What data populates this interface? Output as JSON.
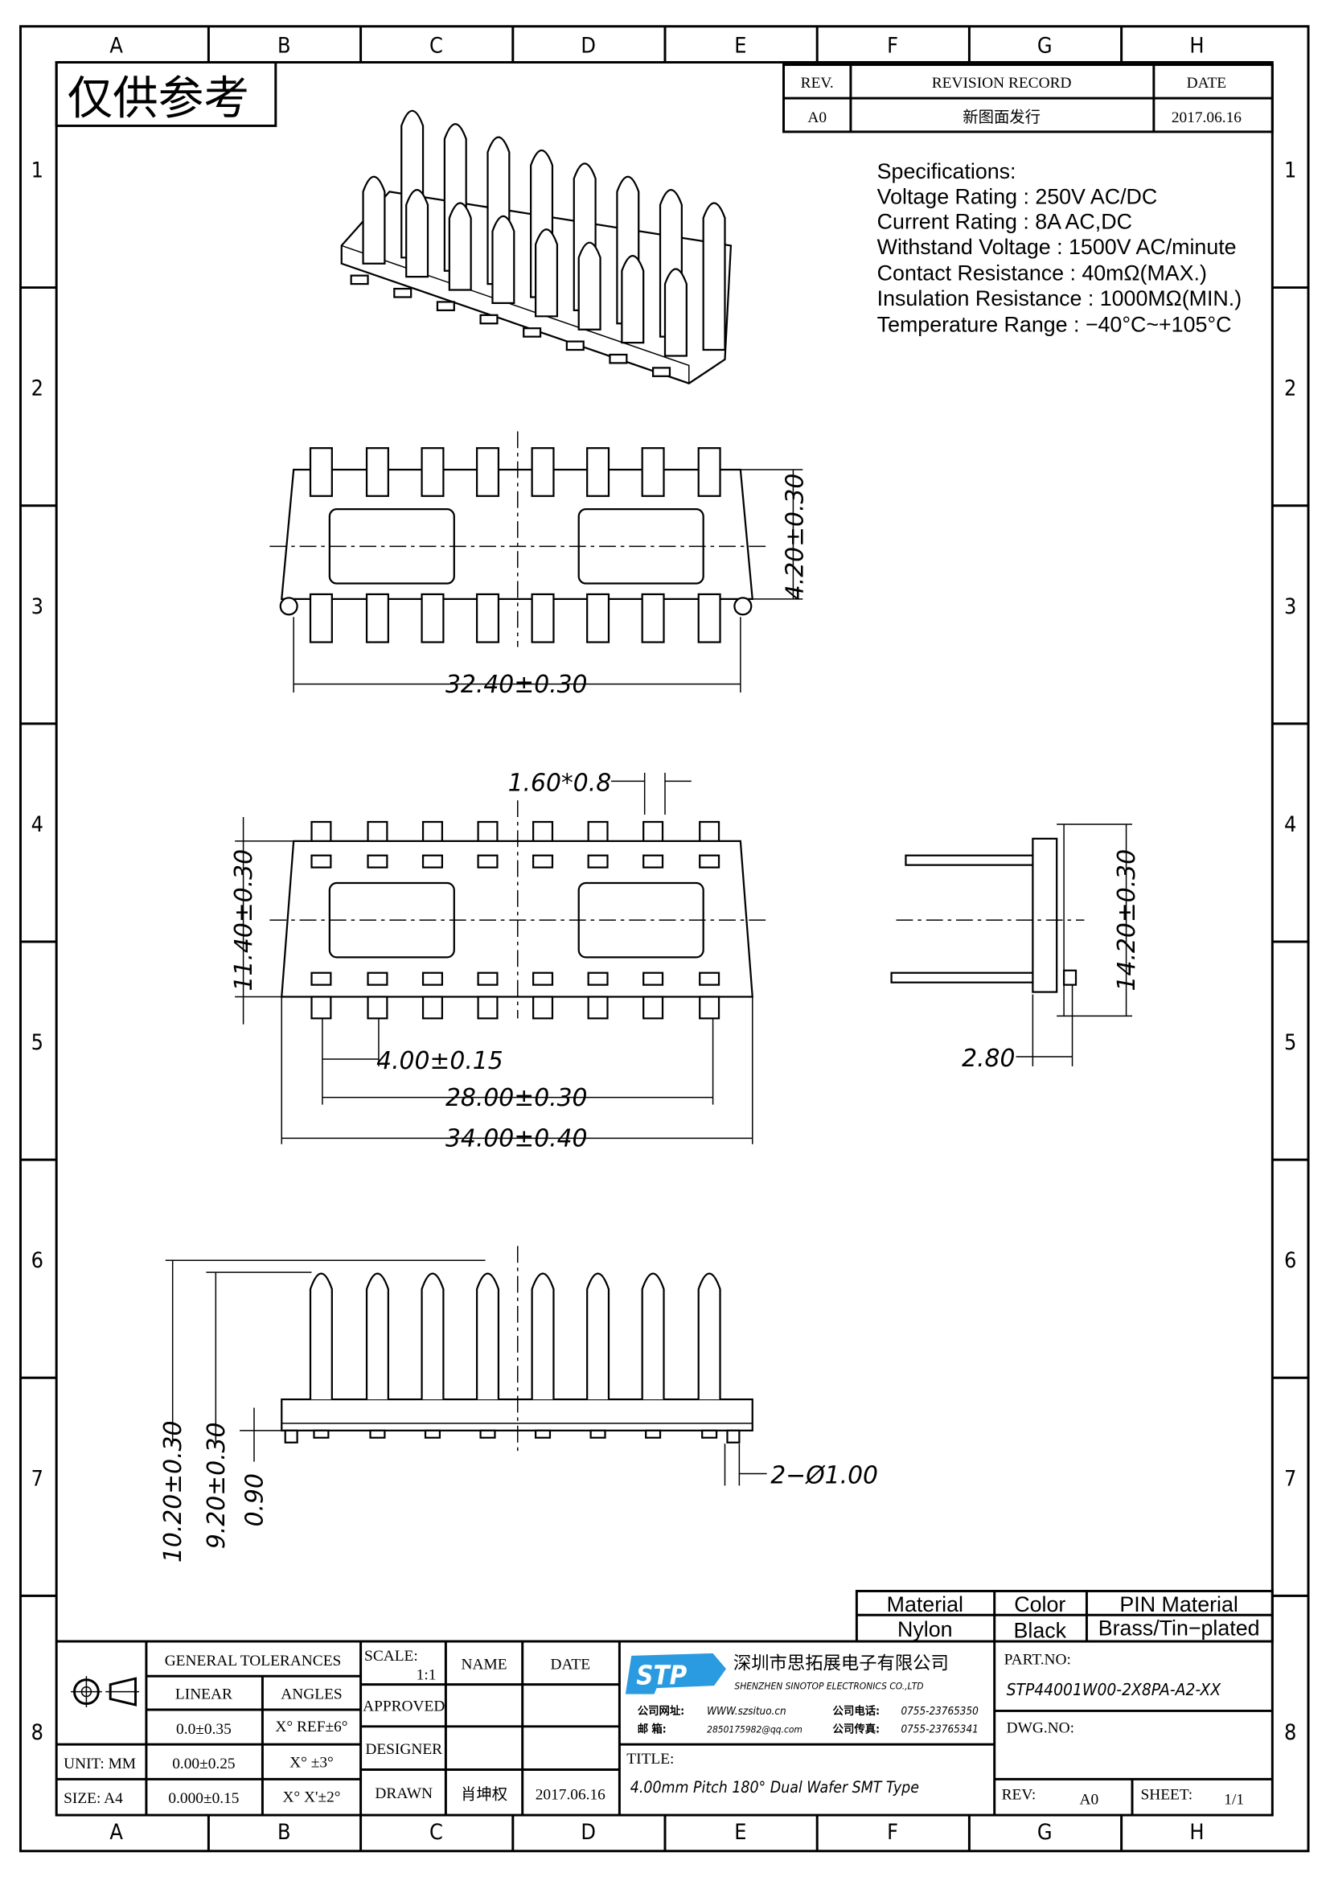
{
  "frame": {
    "columns": [
      "A",
      "B",
      "C",
      "D",
      "E",
      "F",
      "G",
      "H"
    ],
    "rows": [
      "1",
      "2",
      "3",
      "4",
      "5",
      "6",
      "7",
      "8"
    ]
  },
  "watermark": "仅供参考",
  "revision": {
    "headers": [
      "REV.",
      "REVISION RECORD",
      "DATE"
    ],
    "rev": "A0",
    "record": "新图面发行",
    "date": "2017.06.16"
  },
  "specs": [
    "Specifications:",
    "Voltage  Rating  :  250V  AC/DC",
    "Current  Rating  :  8A  AC,DC",
    "Withstand  Voltage  :  1500V  AC/minute",
    "Contact  Resistance  :  40mΩ(MAX.)",
    "Insulation  Resistance  :  1000MΩ(MIN.)",
    "Temperature  Range  :  −40°C~+105°C"
  ],
  "dims": {
    "top_height": "4.20±0.30",
    "top_width": "32.40±0.30",
    "pad": "1.60*0.8",
    "bottom_height": "11.40±0.30",
    "pitch": "4.00±0.15",
    "span": "28.00±0.30",
    "body": "34.00±0.40",
    "side_height": "14.20±0.30",
    "side_offset": "2.80",
    "front_total": "10.20±0.30",
    "front_pin": "9.20±0.30",
    "front_base": "0.90",
    "hole": "2−Ø1.00"
  },
  "material_table": {
    "headers": [
      "Material",
      "Color",
      "PIN  Material"
    ],
    "values": [
      "Nylon",
      "Black",
      "Brass/Tin−plated"
    ]
  },
  "title_block": {
    "general_tolerances": "GENERAL  TOLERANCES",
    "linear": "LINEAR",
    "angles": "ANGLES",
    "lin": [
      "0.0±0.35",
      "0.00±0.25",
      "0.000±0.15"
    ],
    "ang": [
      "X°  REF±6°",
      "X°  ±3°",
      "X°  X'±2°"
    ],
    "unit": "UNIT:  MM",
    "size": "SIZE:  A4",
    "scale_label": "SCALE:",
    "scale": "1:1",
    "name": "NAME",
    "date": "DATE",
    "approved": "APPROVED",
    "designer": "DESIGNER",
    "drawn": "DRAWN",
    "drawn_name": "肖坤权",
    "drawn_date": "2017.06.16",
    "logo": "STP",
    "company_cn": "深圳市思拓展电子有限公司",
    "company_en": "SHENZHEN  SINOTOP  ELECTRONICS  CO.,LTD",
    "web_label": "公司网址:",
    "web": "WWW.szsituo.cn",
    "mail_label": "邮    箱:",
    "mail": "2850175982@qq.com",
    "tel_label": "公司电话:",
    "tel": "0755-23765350",
    "fax_label": "公司传真:",
    "fax": "0755-23765341",
    "title_label": "TITLE:",
    "title": "4.00mm Pitch 180° Dual Wafer SMT Type",
    "part_label": "PART.NO:",
    "part": "STP44001W00-2X8PA-A2-XX",
    "dwg_label": "DWG.NO:",
    "rev_label": "REV:",
    "rev": "A0",
    "sheet_label": "SHEET:",
    "sheet": "1/1"
  },
  "colors": {
    "logo": "#2a9be0"
  }
}
